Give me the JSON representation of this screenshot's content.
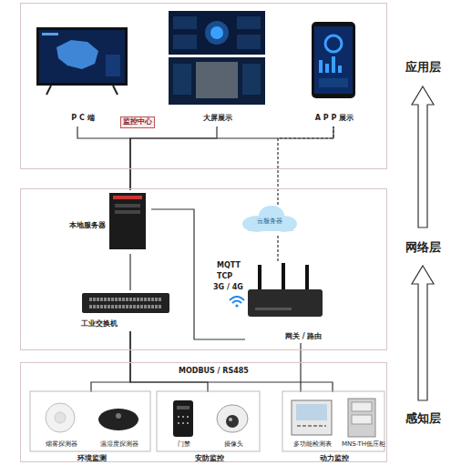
{
  "diagram": {
    "nodes": [
      {
        "text": [
          "应用层"
        ]
      },
      {
        "text": [
          "P C 端"
        ],
        "in": 0
      },
      {
        "text": [
          "监控中心"
        ],
        "in": 0
      },
      {
        "text": [
          "大屏展示"
        ],
        "in": 0
      },
      {
        "text": [
          "A P P 展示"
        ],
        "in": 0
      },
      {
        "text": [
          "网络层"
        ]
      },
      {
        "text": [
          "本地服务器"
        ],
        "in": 5
      },
      {
        "text": [
          "云服务器"
        ],
        "in": 5
      },
      {
        "text": [
          "工业交换机"
        ],
        "in": 5
      },
      {
        "text": [
          "网关 / 路由"
        ],
        "in": 5
      },
      {
        "text": [
          "感知层"
        ]
      },
      {
        "text": [
          "环境监测"
        ],
        "in": 10
      },
      {
        "text": [
          "烟雾探测器"
        ],
        "in": 11
      },
      {
        "text": [
          "温湿度探测器"
        ],
        "in": 11
      },
      {
        "text": [
          "安防监控"
        ],
        "in": 10
      },
      {
        "text": [
          "门禁"
        ],
        "in": 14
      },
      {
        "text": [
          "摄像头"
        ],
        "in": 14
      },
      {
        "text": [
          "动力监控"
        ],
        "in": 10
      },
      {
        "text": [
          "多功能检测表"
        ],
        "in": 17
      },
      {
        "text": [
          "MNS-TH低压柜"
        ],
        "in": 17
      }
    ],
    "edges": [
      {
        "from": 6,
        "to": 1,
        "arrow": "none"
      },
      {
        "from": 6,
        "to": 3,
        "arrow": "none"
      },
      {
        "from": 6,
        "to": 4,
        "arrow": "none"
      },
      {
        "from": 7,
        "to": 4,
        "arrow": "none"
      },
      {
        "from": 7,
        "to": 9,
        "arrow": "none"
      },
      {
        "from": 6,
        "to": 8,
        "arrow": "none"
      },
      {
        "from": 6,
        "to": 9,
        "arrow": "none"
      },
      {
        "from": 8,
        "to": 11,
        "arrow": "none"
      },
      {
        "from": 8,
        "to": 14,
        "arrow": "none"
      },
      {
        "from": 8,
        "to": 17,
        "arrow": "none"
      },
      {
        "from": 9,
        "to": 17,
        "arrow": "none"
      }
    ],
    "labels": [
      "MQTT",
      "TCP",
      "3G / 4G",
      "MODBUS / RS485"
    ]
  }
}
